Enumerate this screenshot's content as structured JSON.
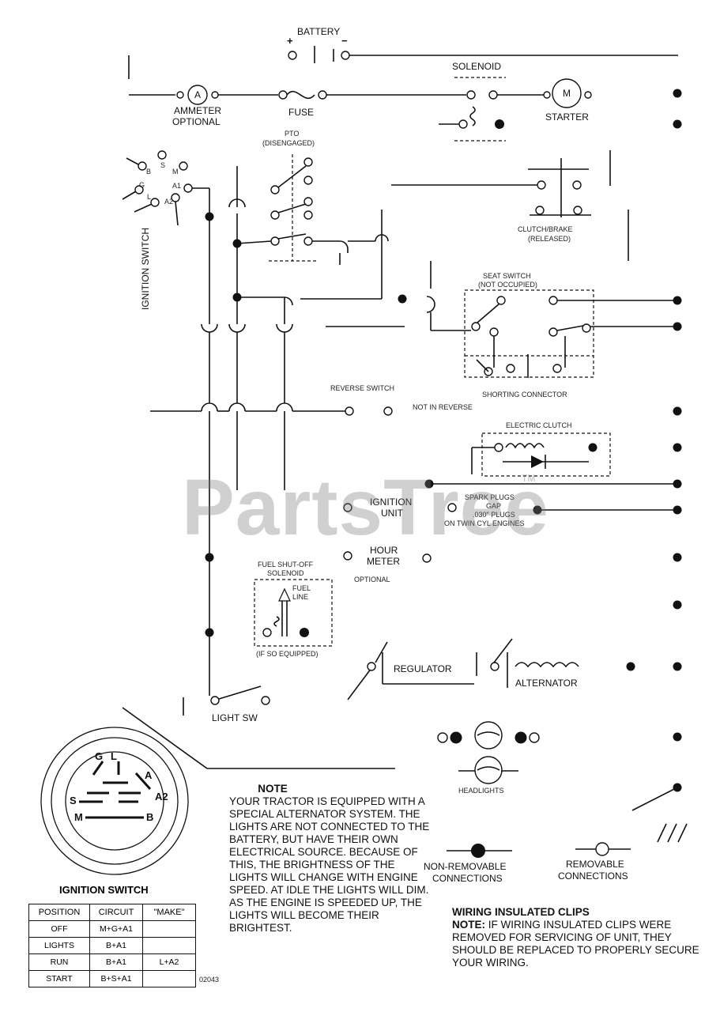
{
  "labels": {
    "battery": "BATTERY",
    "plus": "+",
    "minus": "−",
    "solenoid": "SOLENOID",
    "ammeter": "AMMETER",
    "ammeter_opt": "OPTIONAL",
    "ammeter_symbol": "A",
    "fuse": "FUSE",
    "starter": "STARTER",
    "starter_symbol": "M",
    "pto": "PTO",
    "pto_state": "(DISENGAGED)",
    "clutch_brake": "CLUTCH/BRAKE",
    "clutch_brake_state": "(RELEASED)",
    "ignition_switch_vertical": "IGNITION SWITCH",
    "seat_switch": "SEAT SWITCH",
    "seat_switch_state": "(NOT OCCUPIED)",
    "shorting_connector": "SHORTING CONNECTOR",
    "reverse_switch": "REVERSE SWITCH",
    "not_in_reverse": "NOT IN REVERSE",
    "electric_clutch": "ELECTRIC CLUTCH",
    "ignition_unit_1": "IGNITION",
    "ignition_unit_2": "UNIT",
    "spark_plug_1": "SPARK PLUGS",
    "spark_plug_2": "GAP",
    "spark_plug_3": ".030\" PLUGS",
    "twin_cyl": "ON TWIN CYL ENGINES",
    "hour_meter_1": "HOUR",
    "hour_meter_2": "METER",
    "hour_meter_opt": "OPTIONAL",
    "fuel_solenoid_1": "FUEL SHUT-OFF",
    "fuel_solenoid_2": "SOLENOID",
    "fuel_line_1": "FUEL",
    "fuel_line_2": "LINE",
    "if_so_equipped": "(IF SO EQUIPPED)",
    "regulator": "REGULATOR",
    "alternator": "ALTERNATOR",
    "light_sw": "LIGHT SW",
    "headlights": "HEADLIGHTS",
    "non_removable_1": "NON-REMOVABLE",
    "non_removable_2": "CONNECTIONS",
    "removable_1": "REMOVABLE",
    "removable_2": "CONNECTIONS",
    "term_g": "G",
    "term_l": "L",
    "term_a": "A",
    "term_a2": "A2",
    "term_s": "S",
    "term_m": "M",
    "term_b": "B",
    "term_a1": "A1",
    "term_b_top": "B",
    "term_s_top": "S"
  },
  "ignition_switch": {
    "title": "IGNITION SWITCH",
    "columns": [
      "POSITION",
      "CIRCUIT",
      "\"MAKE\""
    ],
    "rows": [
      [
        "OFF",
        "M+G+A1",
        ""
      ],
      [
        "LIGHTS",
        "B+A1",
        ""
      ],
      [
        "RUN",
        "B+A1",
        "L+A2"
      ],
      [
        "START",
        "B+S+A1",
        ""
      ]
    ]
  },
  "note": {
    "title": "NOTE",
    "text": "YOUR TRACTOR IS EQUIPPED WITH A SPECIAL ALTERNATOR SYSTEM. THE LIGHTS ARE NOT CONNECTED TO THE BATTERY, BUT HAVE THEIR OWN ELECTRICAL SOURCE. BECAUSE OF THIS, THE BRIGHTNESS OF THE LIGHTS WILL CHANGE WITH ENGINE SPEED. AT IDLE THE LIGHTS WILL DIM. AS THE ENGINE IS SPEEDED UP, THE LIGHTS WILL BECOME THEIR BRIGHTEST."
  },
  "clips": {
    "title": "WIRING INSULATED CLIPS",
    "lead": "NOTE:",
    "text": " IF WIRING INSULATED CLIPS WERE REMOVED FOR SERVICING OF UNIT, THEY SHOULD BE REPLACED TO PROPERLY SECURE YOUR WIRING."
  },
  "watermark": "PartsTree",
  "watermark_tm": "TM",
  "part_code": "02043"
}
